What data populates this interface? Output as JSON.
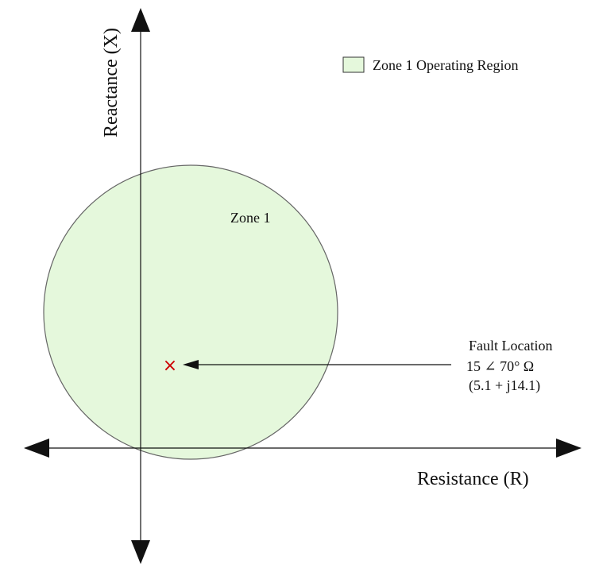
{
  "diagram": {
    "axes": {
      "x_label": "Resistance (R)",
      "y_label": "Reactance (X)"
    },
    "legend": {
      "label": "Zone 1 Operating Region",
      "swatch_color": "#e5f8dc",
      "swatch_border": "#333333"
    },
    "zone": {
      "label": "Zone 1",
      "fill_color": "#e5f8dc",
      "stroke_color": "#666666"
    },
    "fault": {
      "marker_symbol": "×",
      "marker_color": "#cc0000",
      "title": "Fault Location",
      "polar": "15 ∠ 70° Ω",
      "rectangular": "(5.1 + j14.1)"
    }
  }
}
